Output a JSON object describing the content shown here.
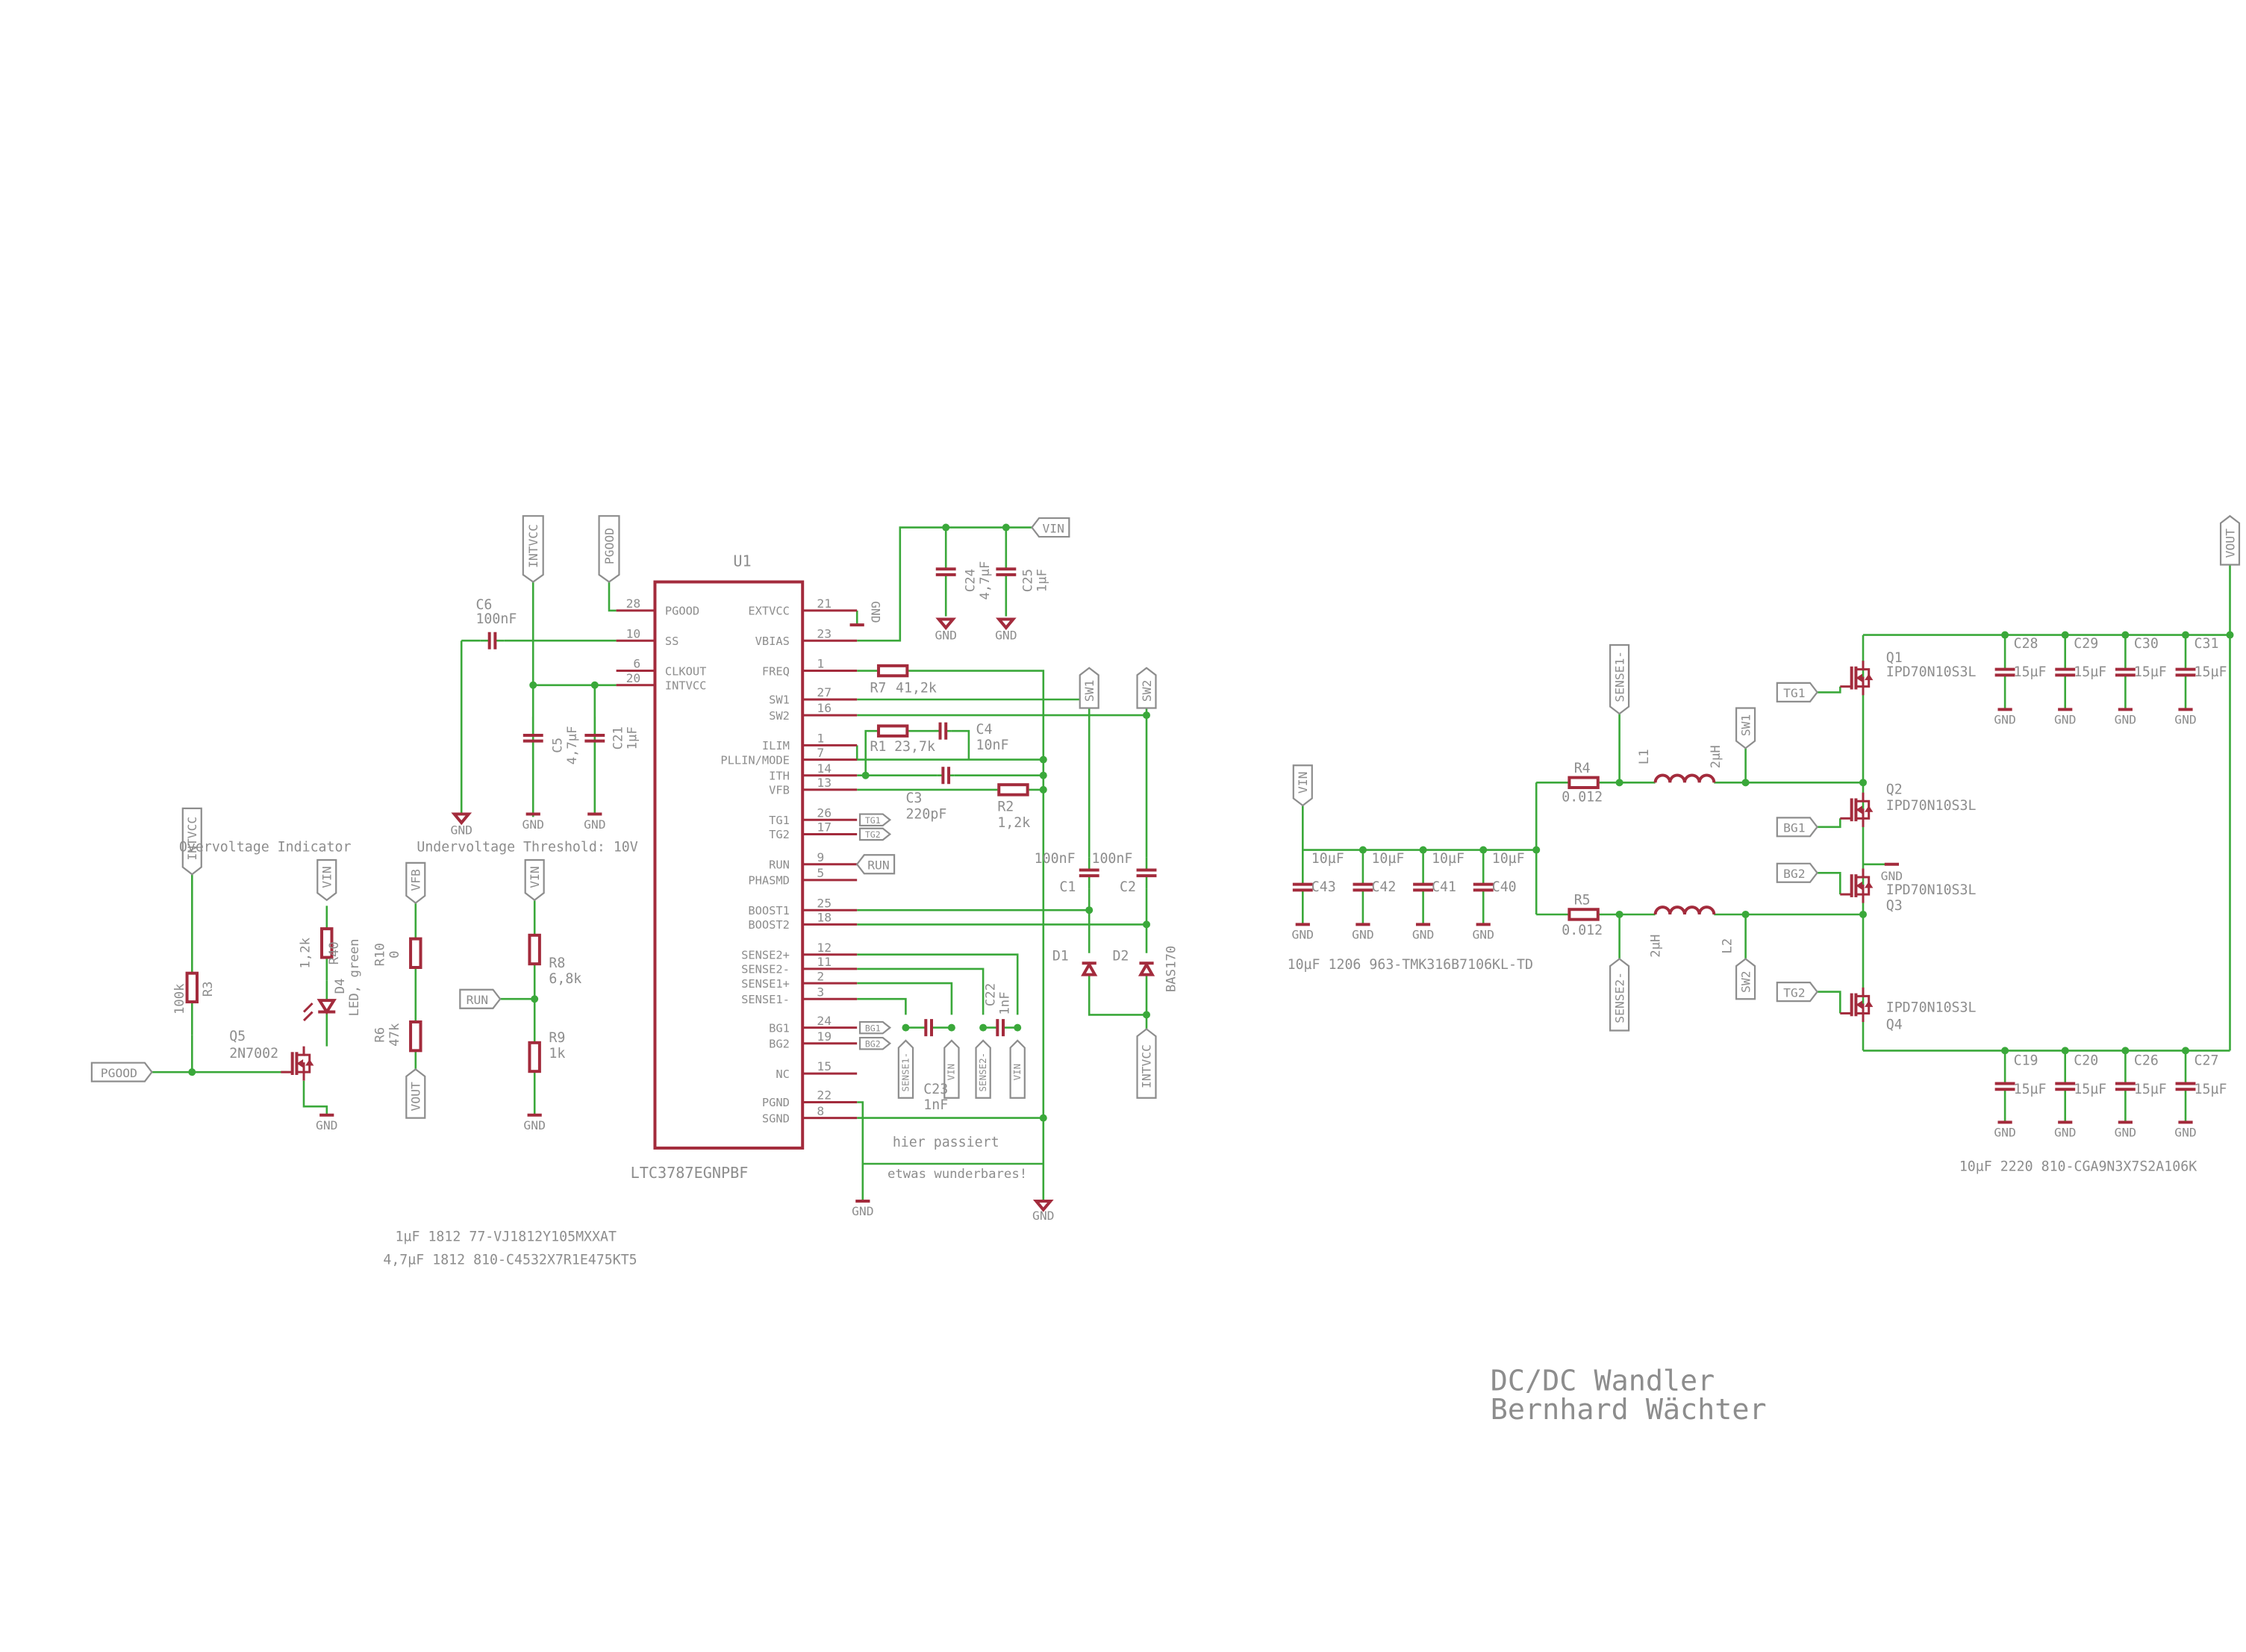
{
  "chip": {
    "ref": "U1",
    "part": "LTC3787EGNPBF",
    "left_pins": [
      {
        "num": "28",
        "name": "PGOOD"
      },
      {
        "num": "10",
        "name": "SS"
      },
      {
        "num": "6",
        "name": "CLKOUT"
      },
      {
        "num": "20",
        "name": "INTVCC"
      }
    ],
    "right_pins": [
      {
        "num": "21",
        "name": "EXTVCC"
      },
      {
        "num": "23",
        "name": "VBIAS"
      },
      {
        "num": "1",
        "name": "FREQ"
      },
      {
        "num": "27",
        "name": "SW1"
      },
      {
        "num": "16",
        "name": "SW2"
      },
      {
        "num": "1",
        "name": "ILIM"
      },
      {
        "num": "7",
        "name": "PLLIN/MODE"
      },
      {
        "num": "14",
        "name": "ITH"
      },
      {
        "num": "13",
        "name": "VFB"
      },
      {
        "num": "26",
        "name": "TG1"
      },
      {
        "num": "17",
        "name": "TG2"
      },
      {
        "num": "9",
        "name": "RUN"
      },
      {
        "num": "5",
        "name": "PHASMD"
      },
      {
        "num": "25",
        "name": "BOOST1"
      },
      {
        "num": "18",
        "name": "BOOST2"
      },
      {
        "num": "12",
        "name": "SENSE2+"
      },
      {
        "num": "11",
        "name": "SENSE2-"
      },
      {
        "num": "2",
        "name": "SENSE1+"
      },
      {
        "num": "3",
        "name": "SENSE1-"
      },
      {
        "num": "24",
        "name": "BG1"
      },
      {
        "num": "19",
        "name": "BG2"
      },
      {
        "num": "15",
        "name": "NC"
      },
      {
        "num": "22",
        "name": "PGND"
      },
      {
        "num": "8",
        "name": "SGND"
      }
    ]
  },
  "nets": {
    "vin": "VIN",
    "vout": "VOUT",
    "intvcc": "INTVCC",
    "pgood": "PGOOD",
    "vfb": "VFB",
    "run": "RUN",
    "sw1": "SW1",
    "sw2": "SW2",
    "sense1m": "SENSE1-",
    "sense2m": "SENSE2-",
    "tg1": "TG1",
    "tg2": "TG2",
    "bg1": "BG1",
    "bg2": "BG2",
    "gnd": "GND"
  },
  "components": {
    "c6": {
      "ref": "C6",
      "val": "100nF"
    },
    "c5": {
      "ref": "C5",
      "val": "4,7µF"
    },
    "c21": {
      "ref": "C21",
      "val": "1µF"
    },
    "c24": {
      "ref": "C24",
      "val": "4,7µF"
    },
    "c25": {
      "ref": "C25",
      "val": "1µF"
    },
    "r7": {
      "ref": "R7",
      "val": "41,2k"
    },
    "r1": {
      "ref": "R1",
      "val": "23,7k"
    },
    "c4": {
      "ref": "C4",
      "val": "10nF"
    },
    "c3": {
      "ref": "C3",
      "val": "220pF"
    },
    "r2": {
      "ref": "R2",
      "val": "1,2k"
    },
    "c22": {
      "ref": "C22",
      "val": "1nF"
    },
    "c23": {
      "ref": "C23",
      "val": "1nF"
    },
    "c1": {
      "ref": "C1",
      "val": "100nF"
    },
    "c2": {
      "ref": "C2",
      "val": "100nF"
    },
    "d1": {
      "ref": "D1"
    },
    "d2": {
      "ref": "D2",
      "val": "BAS170"
    },
    "r3": {
      "ref": "R3",
      "val": "100k"
    },
    "q5": {
      "ref": "Q5",
      "val": "2N7002"
    },
    "r40": {
      "ref": "R40",
      "val": "1,2k"
    },
    "d4": {
      "ref": "D4",
      "val": "LED, green"
    },
    "r10": {
      "ref": "R10",
      "val": "0"
    },
    "r6": {
      "ref": "R6",
      "val": "47k"
    },
    "r8": {
      "ref": "R8",
      "val": "6,8k"
    },
    "r9": {
      "ref": "R9",
      "val": "1k"
    },
    "r4": {
      "ref": "R4",
      "val": "0.012"
    },
    "r5": {
      "ref": "R5",
      "val": "0.012"
    },
    "l1": {
      "ref": "L1",
      "val": "2µH"
    },
    "l2": {
      "ref": "L2",
      "val": "2µH"
    },
    "q1": {
      "ref": "Q1",
      "val": "IPD70N10S3L"
    },
    "q2": {
      "ref": "Q2",
      "val": "IPD70N10S3L"
    },
    "q3": {
      "ref": "Q3",
      "val": "IPD70N10S3L"
    },
    "q4": {
      "ref": "Q4",
      "val": "IPD70N10S3L"
    },
    "cin": [
      {
        "ref": "C43",
        "val": "10µF"
      },
      {
        "ref": "C42",
        "val": "10µF"
      },
      {
        "ref": "C41",
        "val": "10µF"
      },
      {
        "ref": "C40",
        "val": "10µF"
      }
    ],
    "cout_top": [
      {
        "ref": "C28",
        "val": "15µF"
      },
      {
        "ref": "C29",
        "val": "15µF"
      },
      {
        "ref": "C30",
        "val": "15µF"
      },
      {
        "ref": "C31",
        "val": "15µF"
      }
    ],
    "cout_bot": [
      {
        "ref": "C19",
        "val": "15µF"
      },
      {
        "ref": "C20",
        "val": "15µF"
      },
      {
        "ref": "C26",
        "val": "15µF"
      },
      {
        "ref": "C27",
        "val": "15µF"
      }
    ]
  },
  "notes": {
    "overvoltage": "Overvoltage Indicator",
    "undervoltage": "Undervoltage Threshold: 10V",
    "cap1": "1µF 1812 77-VJ1812Y105MXXAT",
    "cap2": "4,7µF 1812 810-C4532X7R1E475KT5",
    "cin_note": "10µF 1206 963-TMK316B7106KL-TD",
    "cout_note": "10µF 2220 810-CGA9N3X7S2A106K",
    "magic1": "hier passiert",
    "magic2": "etwas wunderbares!"
  },
  "title": {
    "line1": "DC/DC Wandler",
    "line2": "Bernhard Wächter"
  },
  "colors": {
    "symbol": "#a32b3c",
    "wire": "#3aa83a",
    "text": "#8d8d8d",
    "background": "#ffffff"
  }
}
